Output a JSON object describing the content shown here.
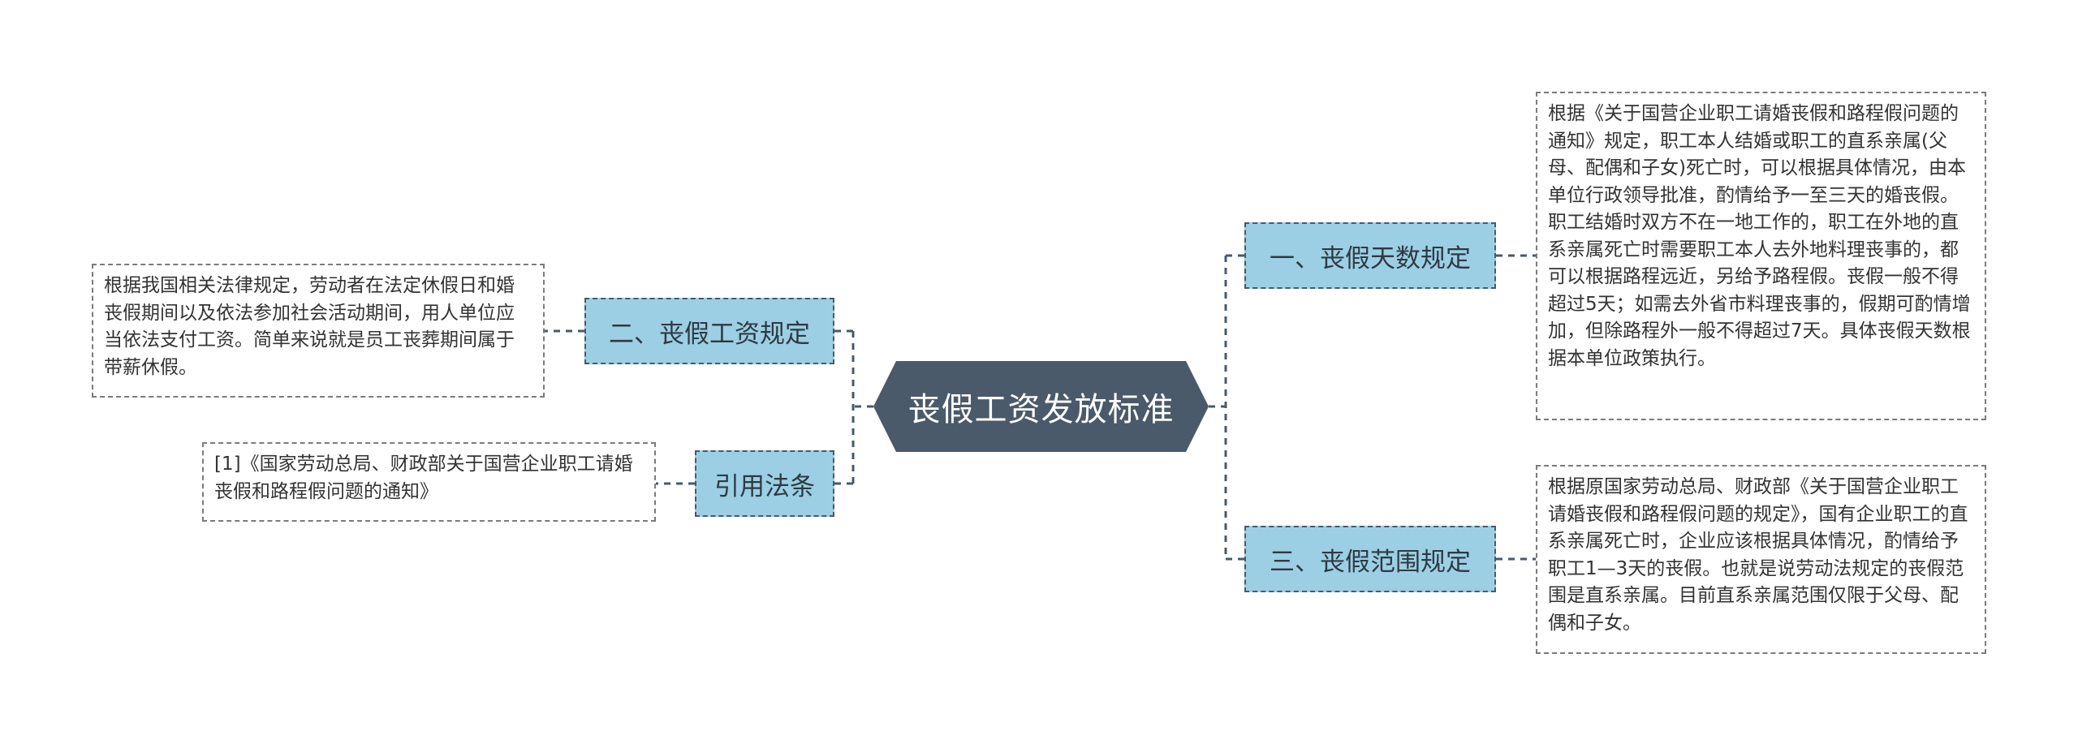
{
  "mindmap": {
    "root": "丧假工资发放标准",
    "branches": {
      "days": {
        "label": "一、丧假天数规定",
        "detail": "根据《关于国营企业职工请婚丧假和路程假问题的通知》规定，职工本人结婚或职工的直系亲属(父母、配偶和子女)死亡时，可以根据具体情况，由本单位行政领导批准，酌情给予一至三天的婚丧假。职工结婚时双方不在一地工作的，职工在外地的直系亲属死亡时需要职工本人去外地料理丧事的，都可以根据路程远近，另给予路程假。丧假一般不得超过5天；如需去外省市料理丧事的，假期可酌情增加，但除路程外一般不得超过7天。具体丧假天数根据本单位政策执行。"
      },
      "wage": {
        "label": "二、丧假工资规定",
        "detail": "根据我国相关法律规定，劳动者在法定休假日和婚丧假期间以及依法参加社会活动期间，用人单位应当依法支付工资。简单来说就是员工丧葬期间属于带薪休假。"
      },
      "scope": {
        "label": "三、丧假范围规定",
        "detail": "根据原国家劳动总局、财政部《关于国营企业职工请婚丧假和路程假问题的规定》，国有企业职工的直系亲属死亡时，企业应该根据具体情况，酌情给予职工1—3天的丧假。也就是说劳动法规定的丧假范围是直系亲属。目前直系亲属范围仅限于父母、配偶和子女。"
      },
      "ref": {
        "label": "引用法条",
        "detail": "[1]《国家劳动总局、财政部关于国营企业职工请婚丧假和路程假问题的通知》"
      }
    }
  },
  "colors": {
    "root_fill": "#4a5a6a",
    "branch_fill": "#9ccfe3",
    "connector": "#4a5968"
  }
}
